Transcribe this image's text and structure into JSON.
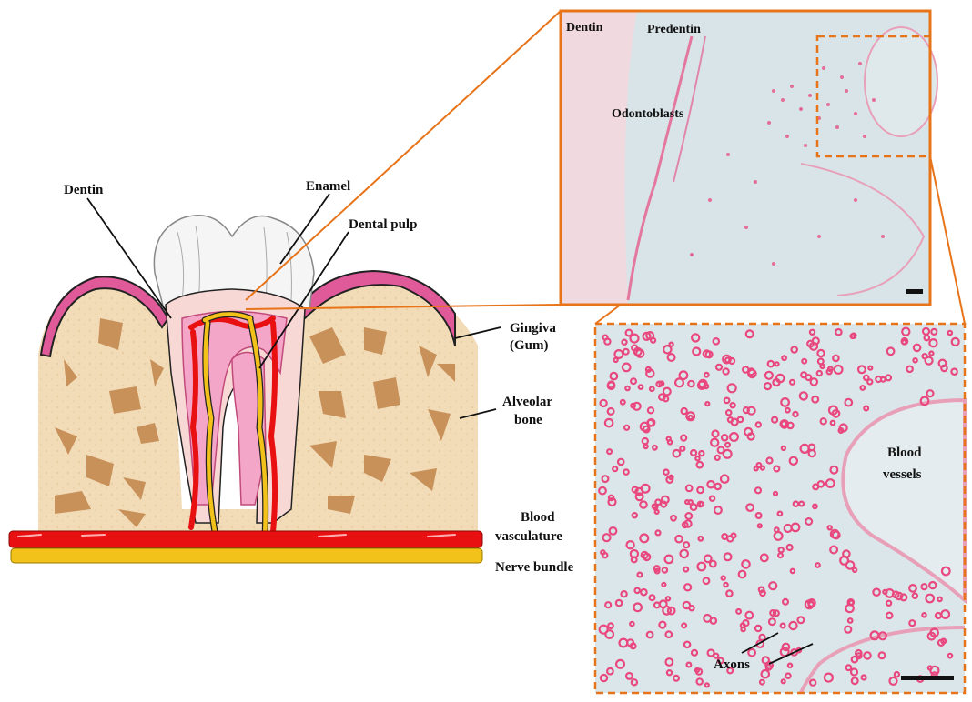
{
  "labels": {
    "dentin": "Dentin",
    "enamel": "Enamel",
    "dental_pulp": "Dental pulp",
    "gingiva_line1": "Gingiva",
    "gingiva_line2": "(Gum)",
    "alveolar_line1": "Alveolar",
    "alveolar_line2": "bone",
    "blood_line1": "Blood",
    "blood_line2": "vasculature",
    "nerve_bundle": "Nerve bundle"
  },
  "micrograph_top": {
    "dentin": "Dentin",
    "predentin": "Predentin",
    "odontoblasts": "Odontoblasts"
  },
  "micrograph_bottom": {
    "vessels_line1": "Blood",
    "vessels_line2": "vessels",
    "axons": "Axons"
  },
  "colors": {
    "zoom_frame": "#e8741a",
    "gingiva": "#e05a9a",
    "bone": "#f2dcb8",
    "bone_spot": "#c8915a",
    "pulp": "#f4a6c8",
    "blood": "#e81010",
    "nerve": "#f2c21a",
    "tissue_bg": "#d8e4e8",
    "stain": "#e8487e"
  }
}
